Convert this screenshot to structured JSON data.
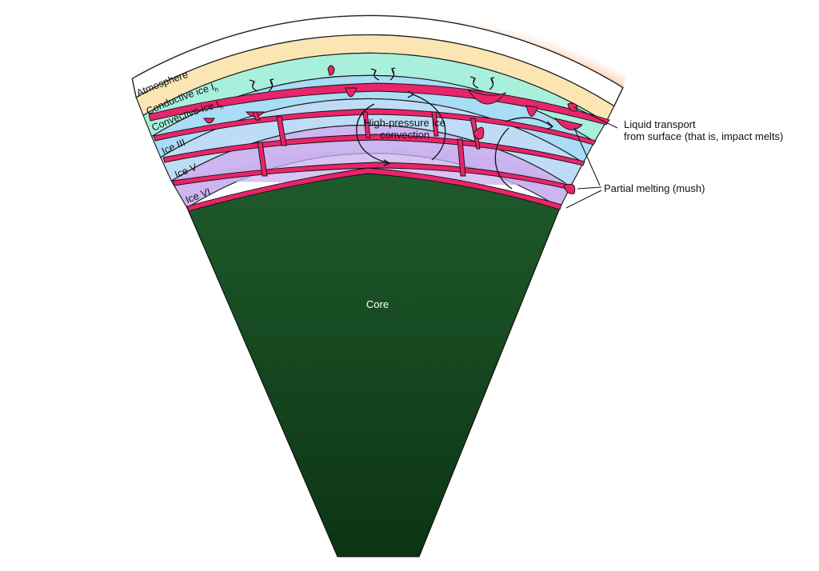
{
  "layers": {
    "atmosphere": "Atmosphere",
    "conductive_ice": "Conductive ice I",
    "convective_ice": "Convective ice I",
    "ice_phase_subscript": "h",
    "ice_iii": "Ice III",
    "ice_v": "Ice V",
    "ice_vi": "Ice VI",
    "core": "Core"
  },
  "annotations": {
    "hp_convection_line1": "High-pressure ice",
    "hp_convection_line2": "convection",
    "liquid_transport_line1": "Liquid transport",
    "liquid_transport_line2": "from surface (that is, impact melts)",
    "partial_melting": "Partial melting (mush)"
  },
  "colors": {
    "atmosphere_glow": "#f7843a",
    "atmosphere": "#ffffff",
    "conductive_ice": "#fbe6b3",
    "convective_ice": "#a8f0dc",
    "ice_iii": "#a9dcf5",
    "ice_v": "#c8b0ee",
    "ice_vi": "#cdb6f0",
    "melt": "#e8256a",
    "core_top": "#1f5a2c",
    "core_bottom": "#0c3513"
  }
}
